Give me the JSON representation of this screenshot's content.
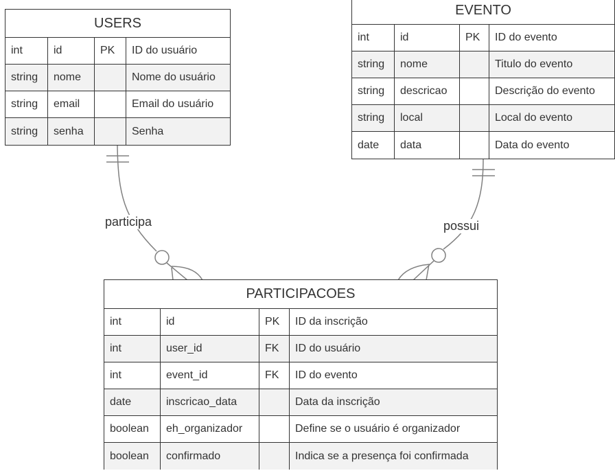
{
  "tables": {
    "users": {
      "title": "USERS",
      "rows": [
        [
          "int",
          "id",
          "PK",
          "ID do usuário"
        ],
        [
          "string",
          "nome",
          "",
          "Nome do usuário"
        ],
        [
          "string",
          "email",
          "",
          "Email do usuário"
        ],
        [
          "string",
          "senha",
          "",
          "Senha"
        ]
      ]
    },
    "evento": {
      "title": "EVENTO",
      "rows": [
        [
          "int",
          "id",
          "PK",
          "ID do evento"
        ],
        [
          "string",
          "nome",
          "",
          "Titulo do evento"
        ],
        [
          "string",
          "descricao",
          "",
          "Descrição do evento"
        ],
        [
          "string",
          "local",
          "",
          "Local do evento"
        ],
        [
          "date",
          "data",
          "",
          "Data do evento"
        ]
      ]
    },
    "participacoes": {
      "title": "PARTICIPACOES",
      "rows": [
        [
          "int",
          "id",
          "PK",
          "ID da inscrição"
        ],
        [
          "int",
          "user_id",
          "FK",
          "ID do usuário"
        ],
        [
          "int",
          "event_id",
          "FK",
          "ID do evento"
        ],
        [
          "date",
          "inscricao_data",
          "",
          "Data da inscrição"
        ],
        [
          "boolean",
          "eh_organizador",
          "",
          "Define se o usuário é organizador"
        ],
        [
          "boolean",
          "confirmado",
          "",
          "Indica se a presença foi confirmada"
        ]
      ]
    }
  },
  "relationships": {
    "participa": "participa",
    "possui": "possui"
  },
  "colors": {
    "line": "#333333",
    "connector": "#808080",
    "row_alt": "#f2f2f2"
  }
}
